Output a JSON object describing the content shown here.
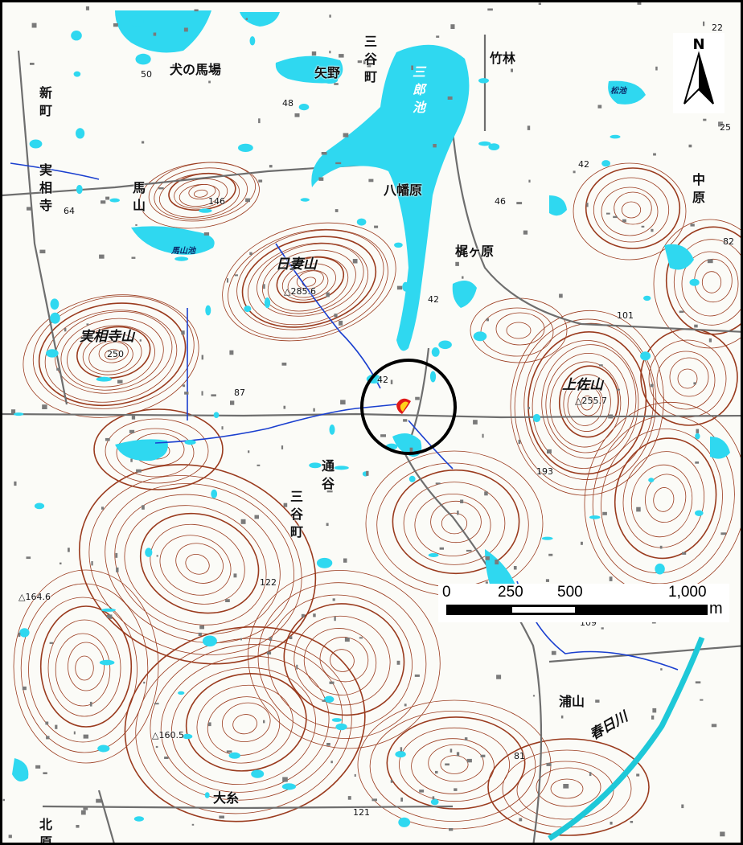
{
  "north_arrow": {
    "letter": "N"
  },
  "scale_bar": {
    "ticks": [
      "0",
      "250",
      "500",
      "1,000"
    ],
    "unit": "m"
  },
  "place_labels": {
    "inubaba": "犬の馬場",
    "yano": "矢野",
    "mitani_north": "三谷町",
    "shinmachi": "新町",
    "jissoji": "実相寺",
    "umayama": "馬山",
    "yawatahara": "八幡原",
    "kajigahara": "梶ヶ原",
    "takebayashi": "竹林",
    "nakahara": "中原",
    "tori": "通谷",
    "mitani_south": "三谷町",
    "urayama": "浦山",
    "oito": "大糸",
    "kita": "北原"
  },
  "water_labels": {
    "saburoike": "三郎池",
    "matsuike": "松池",
    "umayamaike": "馬山池",
    "kasugagawa": "春日川"
  },
  "mountain_labels": {
    "hiyoriyama": "日妻山",
    "jissojiyama": "実相寺山",
    "kamisayama": "上佐山"
  },
  "elevation_labels": {
    "e50": "50",
    "e48": "48",
    "e146": "146",
    "e64": "64",
    "e285": "△285.6",
    "e250": "250",
    "e42a": "42",
    "e46": "46",
    "e42b": "42",
    "e42c": "42",
    "e87": "87",
    "e101": "101",
    "e255": "△255.7",
    "e193": "193",
    "e122": "122",
    "e164": "△164.6",
    "e109": "109",
    "e160": "△160.5",
    "e121": "121",
    "e81": "81",
    "e22": "22",
    "e25": "25",
    "e82": "82"
  },
  "colors": {
    "water": "#2fd8f0",
    "contour": "#9a3b1e",
    "road": "#6e6e6e",
    "stream": "#1a3fcf",
    "river": "#1ec8d8",
    "highlight_red": "#e01818",
    "highlight_yellow": "#ffd21a",
    "circle": "#000000"
  }
}
